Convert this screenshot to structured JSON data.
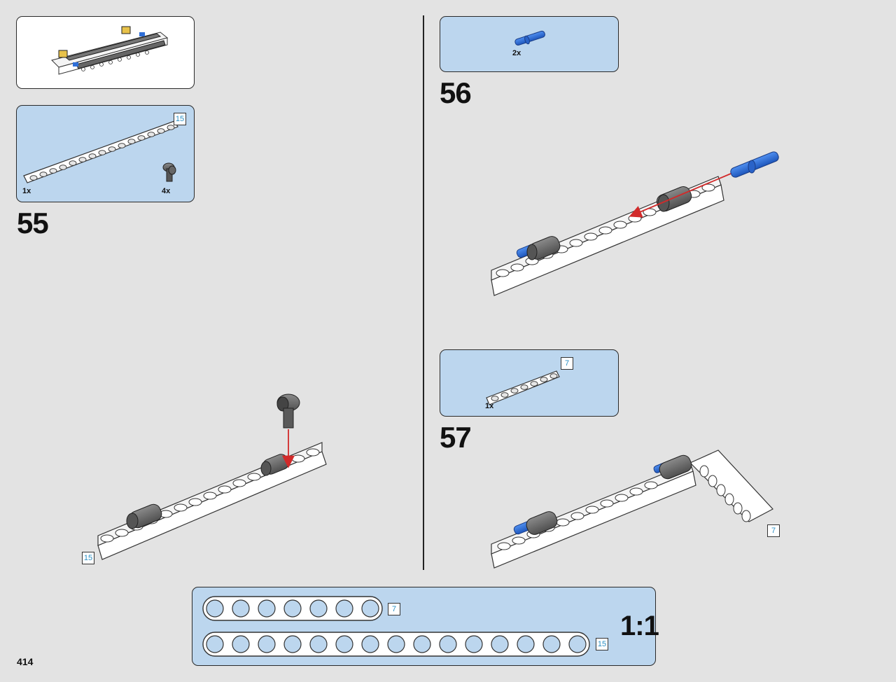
{
  "page": {
    "number": "414"
  },
  "colors": {
    "background": "#e3e3e3",
    "callout_blue": "#bcd6ee",
    "beam_white": "#ffffff",
    "pin_blue": "#2f6fd8",
    "connector_grey": "#6f6f6f",
    "arrow_red": "#d22a2a",
    "length_label": "#2a8fc4"
  },
  "preview": {
    "icon": "assembled-frame-icon"
  },
  "steps": [
    {
      "number": "55",
      "parts": [
        {
          "name": "beam-15",
          "qty": "1x",
          "length": "15"
        },
        {
          "name": "angle-connector",
          "qty": "4x"
        }
      ],
      "build_label": "15"
    },
    {
      "number": "56",
      "parts": [
        {
          "name": "blue-pin",
          "qty": "2x"
        }
      ]
    },
    {
      "number": "57",
      "parts": [
        {
          "name": "beam-7",
          "qty": "1x",
          "length": "7"
        }
      ],
      "build_label": "7"
    }
  ],
  "scale": {
    "label": "1:1",
    "rulers": [
      {
        "length": "7",
        "holes": 7
      },
      {
        "length": "15",
        "holes": 15
      }
    ]
  }
}
